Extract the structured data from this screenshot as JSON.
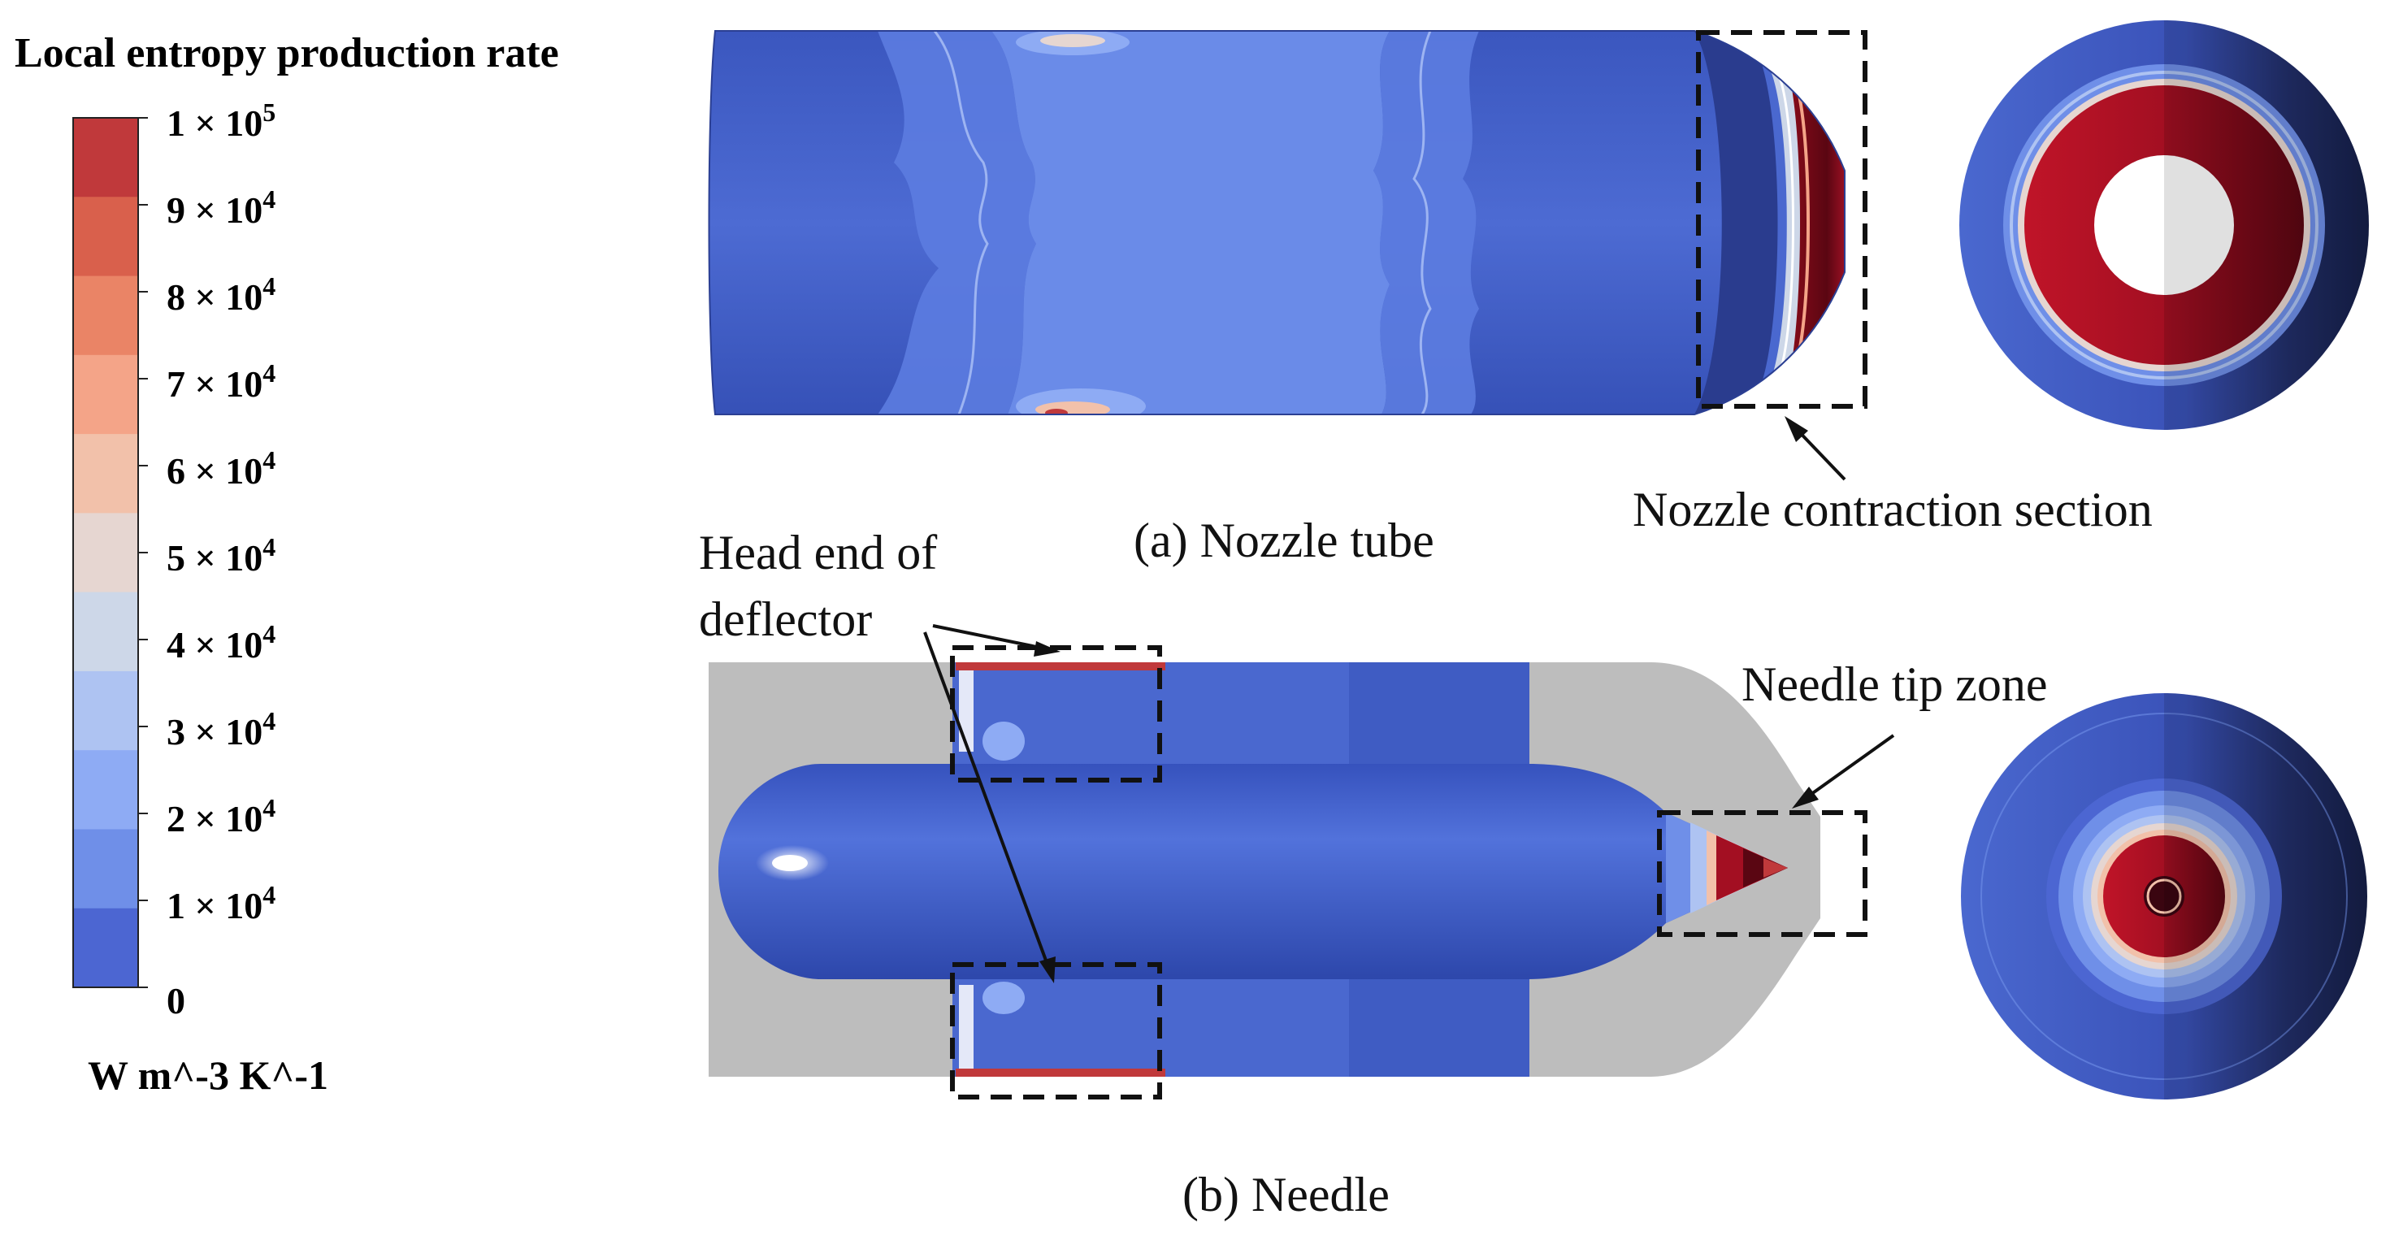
{
  "colorbar": {
    "title": "Local entropy production rate",
    "unit": "W m^-3 K^-1",
    "ticks": [
      {
        "base": "1 × 10",
        "exp": "5"
      },
      {
        "base": "9 × 10",
        "exp": "4"
      },
      {
        "base": "8 × 10",
        "exp": "4"
      },
      {
        "base": "7 × 10",
        "exp": "4"
      },
      {
        "base": "6 × 10",
        "exp": "4"
      },
      {
        "base": "5 × 10",
        "exp": "4"
      },
      {
        "base": "4 × 10",
        "exp": "4"
      },
      {
        "base": "3 × 10",
        "exp": "4"
      },
      {
        "base": "2 × 10",
        "exp": "4"
      },
      {
        "base": "1 × 10",
        "exp": "4"
      },
      {
        "base": "0",
        "exp": ""
      }
    ],
    "colors_top_to_bottom": [
      "#c0393b",
      "#d9604c",
      "#ea8466",
      "#f4a488",
      "#f2c1aa",
      "#e6d6d1",
      "#cdd7e8",
      "#aec3f2",
      "#8eabf4",
      "#6f8fe8",
      "#4c66d2"
    ]
  },
  "panel_a": {
    "caption": "(a)  Nozzle tube",
    "callout": "Nozzle contraction section"
  },
  "panel_b": {
    "caption": "(b)  Needle",
    "callout_deflector_line1": "Head end of",
    "callout_deflector_line2": "deflector",
    "callout_tip": "Needle tip zone"
  },
  "palette": {
    "body_blue": "#4a68cf",
    "light_blue": "#6b8ae8",
    "dark_navy": "#1e2a5a",
    "hot_red": "#a0101e",
    "dark_red": "#5a0612",
    "gray_fluid": "#bdbdbd"
  }
}
